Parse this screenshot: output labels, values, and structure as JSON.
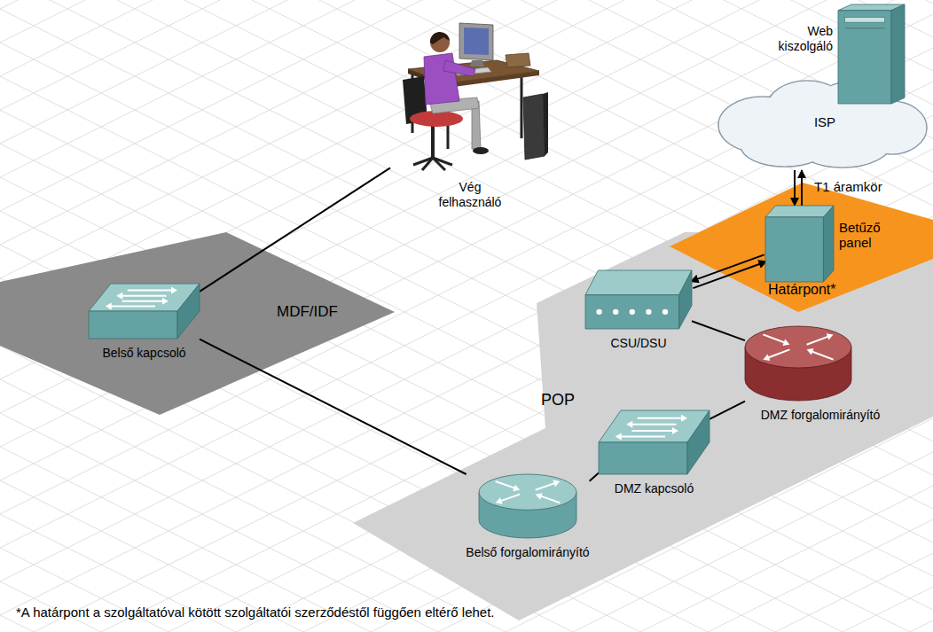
{
  "diagram": {
    "caption": "*A határpont a szolgáltatóval kötött szolgáltatói szerződéstől függően eltérő lehet.",
    "nodes": [
      {
        "text": [
          "Web kiszolgáló"
        ]
      },
      {
        "text": [
          "ISP"
        ]
      },
      {
        "text": [
          "Határpont*"
        ]
      },
      {
        "text": [
          "Betűző panel"
        ],
        "in": 2
      },
      {
        "text": [
          "Vég felhasználó"
        ]
      },
      {
        "text": [
          "MDF/IDF"
        ]
      },
      {
        "text": [
          "Belső kapcsoló"
        ],
        "in": 5
      },
      {
        "text": [
          "POP"
        ]
      },
      {
        "text": [
          "CSU/DSU"
        ],
        "in": 7
      },
      {
        "text": [
          "DMZ forgalomirányító"
        ],
        "in": 7
      },
      {
        "text": [
          "DMZ kapcsoló"
        ],
        "in": 7
      },
      {
        "text": [
          "Belső forgalomirányító"
        ],
        "in": 7
      }
    ],
    "edges": [
      {
        "from": 6,
        "to": 4,
        "arrow": "none"
      },
      {
        "from": 6,
        "to": 11,
        "arrow": "none"
      },
      {
        "from": 11,
        "to": 10,
        "arrow": "none"
      },
      {
        "from": 10,
        "to": 9,
        "arrow": "none"
      },
      {
        "from": 9,
        "to": 8,
        "arrow": "none"
      },
      {
        "from": 8,
        "to": 3,
        "arrow": "both"
      },
      {
        "from": 3,
        "to": 1,
        "arrow": "both",
        "label": "T1 áramkör"
      }
    ]
  }
}
